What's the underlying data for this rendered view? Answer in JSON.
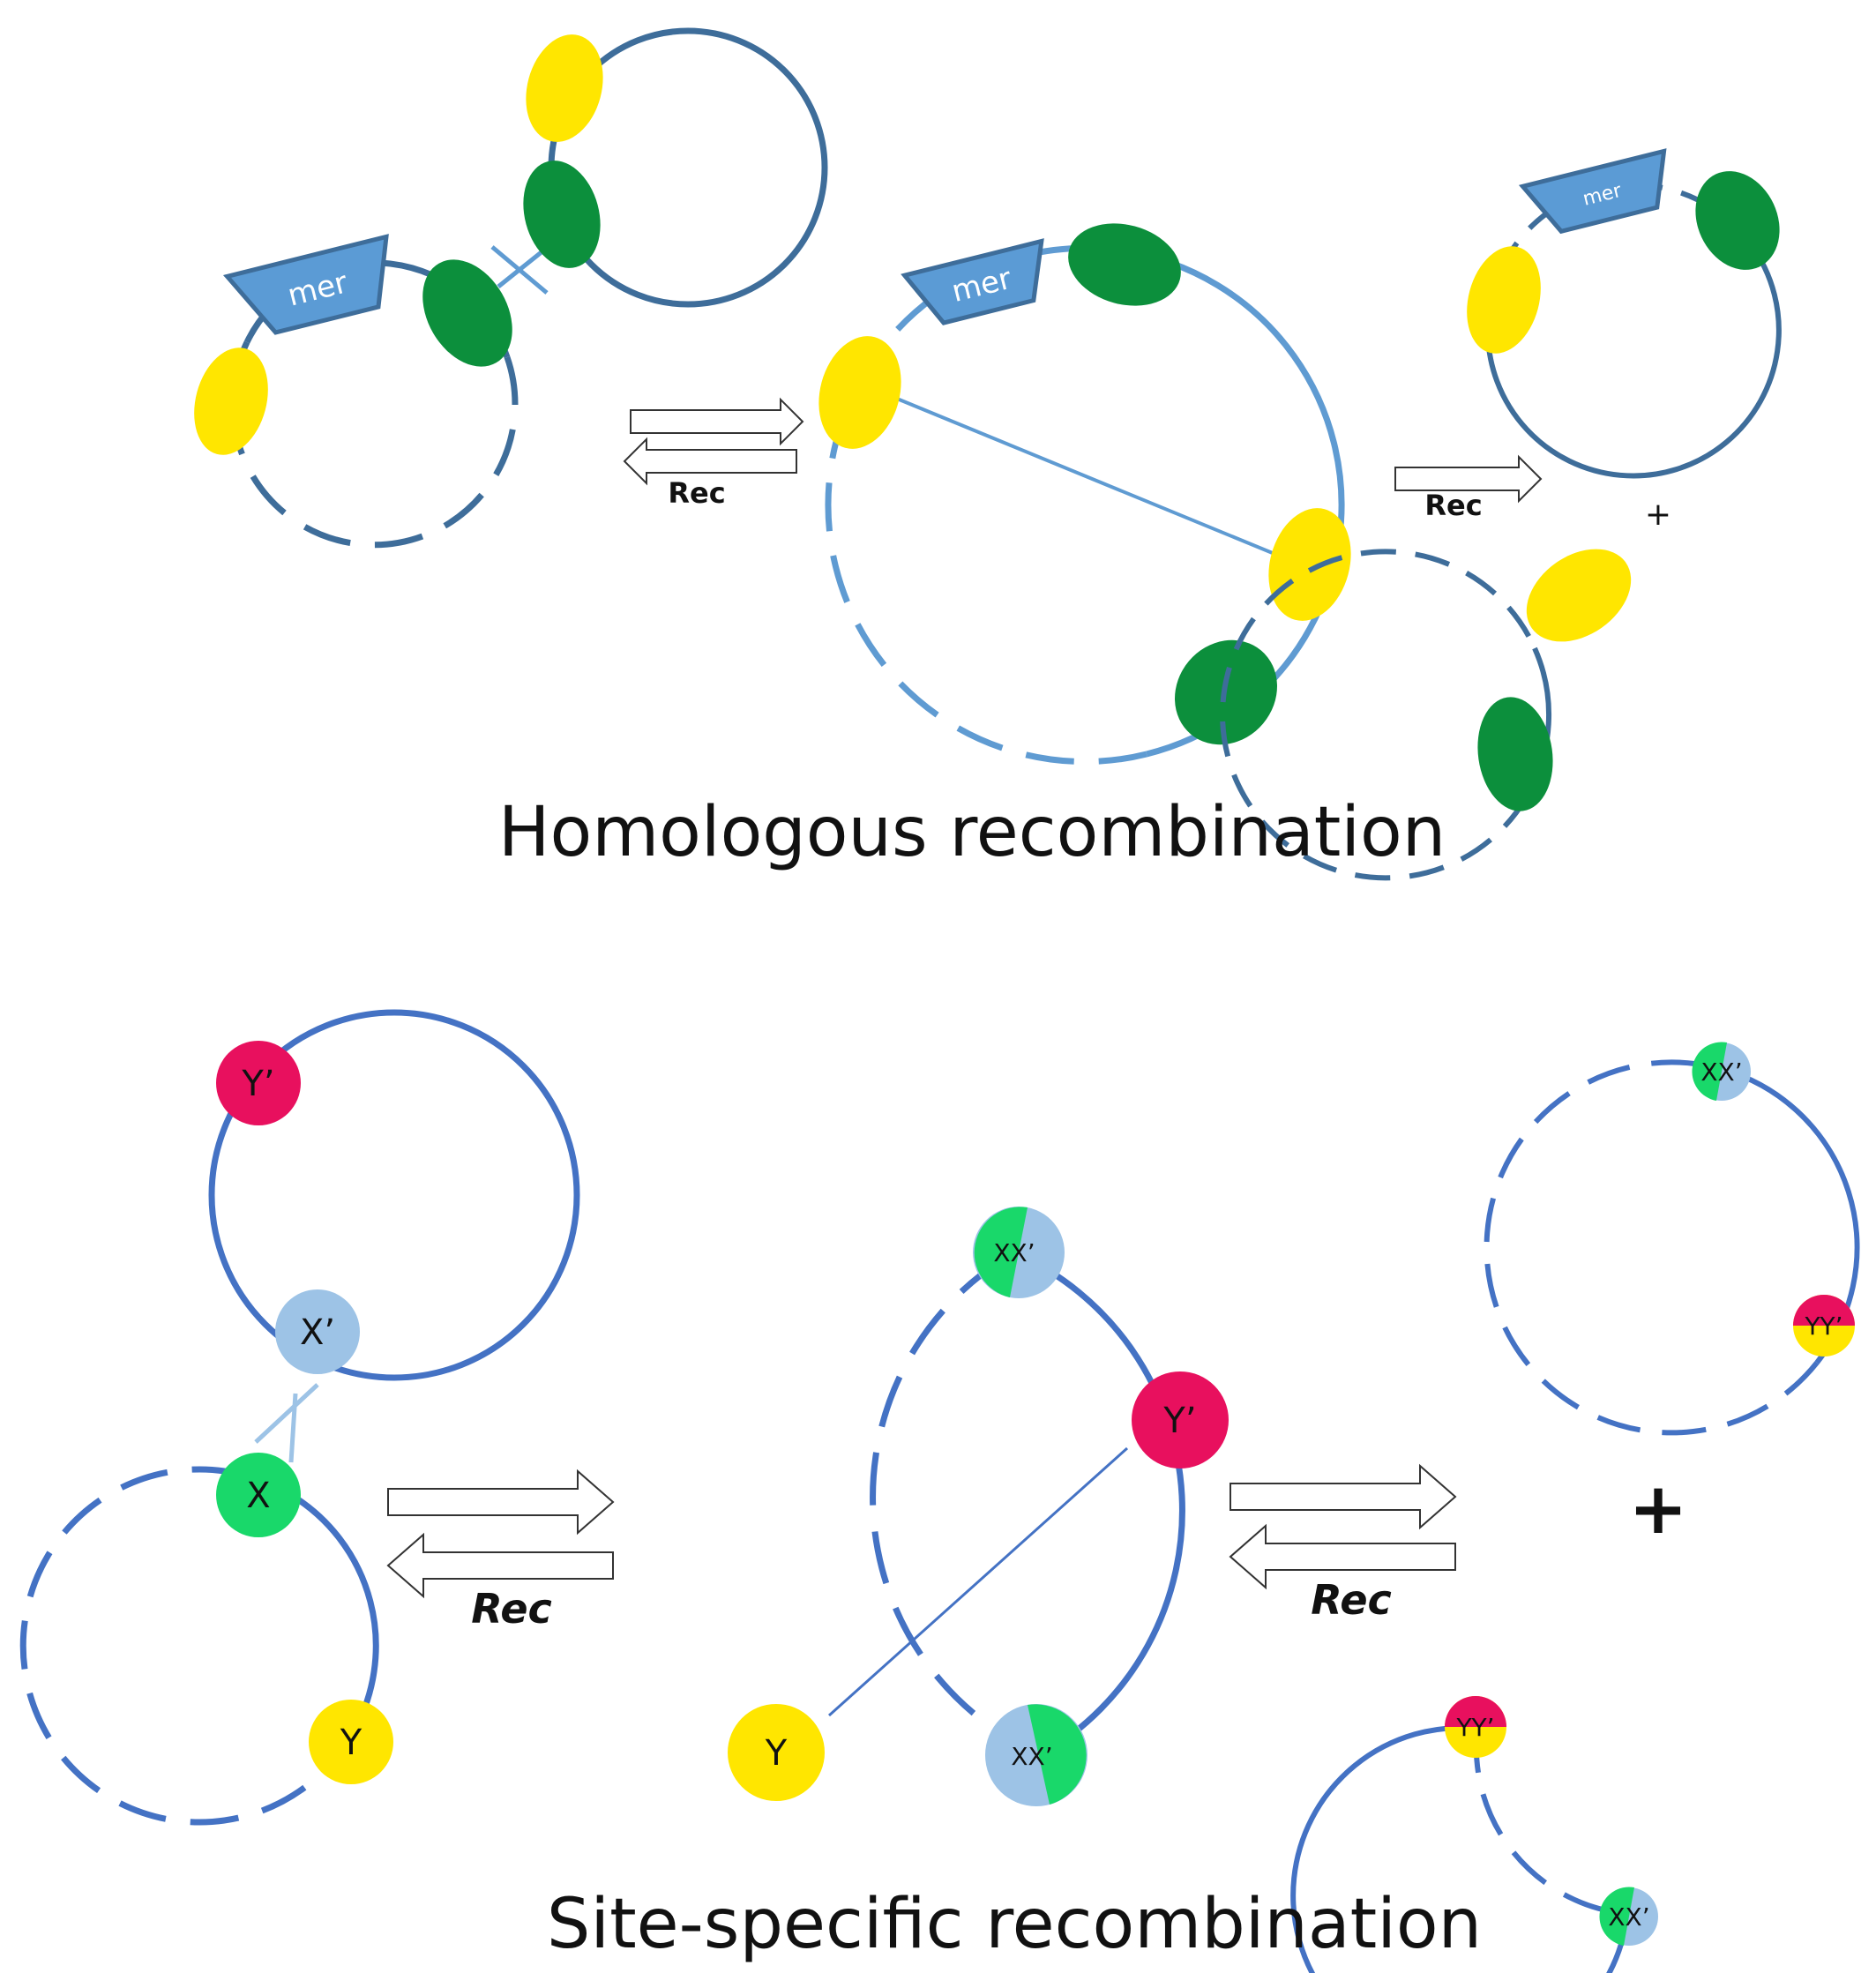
{
  "homologous": {
    "caption": "Homologous recombination",
    "gene_label": "mer",
    "arrow_label_1": "Rec",
    "arrow_label_2": "Rec",
    "plus": "+"
  },
  "site_specific": {
    "caption": "Site-specific recombination",
    "arrow_label_1": "Rec",
    "arrow_label_2": "Rec",
    "plus": "+",
    "sites": {
      "y_prime": "Y’",
      "x_prime": "X’",
      "x": "X",
      "y": "Y",
      "xx_prime": "XX’",
      "yy_prime": "YY’"
    }
  },
  "colors": {
    "backbone_dark": "#3e6d9a",
    "backbone_light": "#5f9bd2",
    "backbone_site": "#4472c4",
    "gene_box": "#5b9bd5",
    "site_yellow": "#ffe600",
    "site_green_dark": "#0c8f3c",
    "site_red": "#e8105e",
    "site_blue": "#9dc3e6",
    "site_green_light": "#19d86a"
  }
}
